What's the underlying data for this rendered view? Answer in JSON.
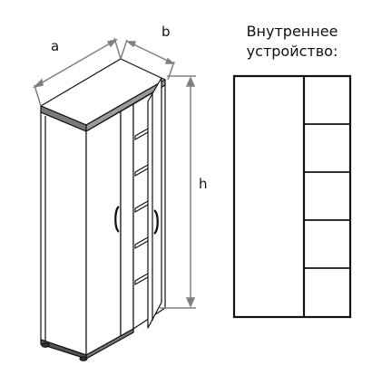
{
  "dimensions": {
    "width_label": "a",
    "depth_label": "b",
    "height_label": "h"
  },
  "internal_layout": {
    "title_line1": "Внутреннее",
    "title_line2": "устройство:",
    "left_section": "open compartment",
    "right_section_shelves": 5
  },
  "colors": {
    "outline": "#111111",
    "dimension": "#808080",
    "top_edge": "#7a7a7a",
    "background": "#ffffff"
  }
}
